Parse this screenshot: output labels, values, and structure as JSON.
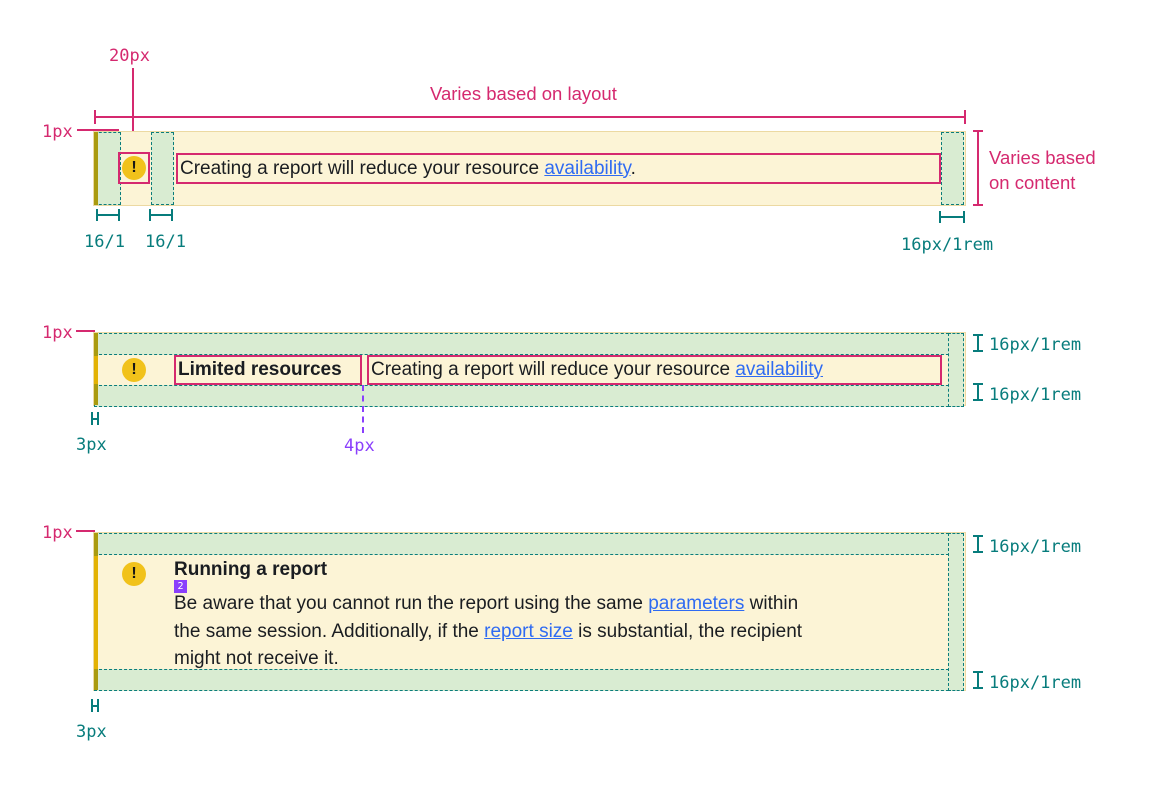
{
  "colors": {
    "magenta_annotation": "#d5296f",
    "teal_annotation": "#077c7c",
    "purple_annotation": "#8a3ffc",
    "link_blue": "#2f6bf2",
    "notification_bg": "#fcf4d6",
    "padding_overlay_green": "#d9ecd2",
    "left_border_gold": "#e3b203",
    "left_border_olive": "#aa9b0f",
    "warning_icon_yellow": "#f1c21b",
    "body_text": "#1a1d21"
  },
  "shared": {
    "warning_glyph": "!"
  },
  "annotations": {
    "px20": "20px",
    "px1": "1px",
    "varies_layout": "Varies based on layout",
    "varies_content_line1": "Varies based",
    "varies_content_line2": "on content",
    "gap16_1": "16/1",
    "pad16rem": "16px/1rem",
    "px3": "3px",
    "px4": "4px"
  },
  "notif1": {
    "text_pre": "Creating a report will reduce your resource ",
    "link": "availability",
    "text_post": "."
  },
  "notif2": {
    "title": "Limited resources",
    "body_pre": "Creating a report will reduce your resource ",
    "body_link": "availability"
  },
  "notif3": {
    "title": "Running a report",
    "badge": "2",
    "l1_pre": "Be aware that you cannot run the report using the same ",
    "l1_link": "parameters",
    "l1_post": " within",
    "l2_pre": "the same session. Additionally, if the ",
    "l2_link": "report size",
    "l2_post": " is substantial, the recipient",
    "l3": "might not receive it."
  }
}
